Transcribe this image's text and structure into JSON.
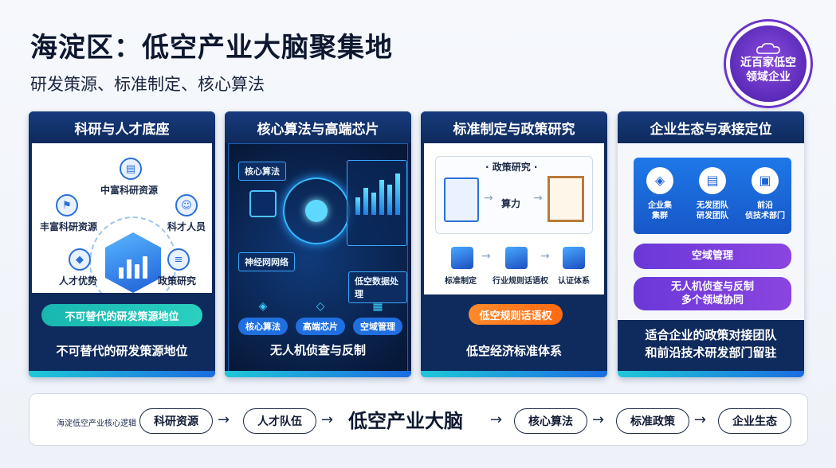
{
  "title": "海淀区：低空产业大脑聚集地",
  "subtitle": "研发策源、标准制定、核心算法",
  "seal": {
    "line1": "近百家低空",
    "line2": "领域企业"
  },
  "card1": {
    "header": "科研与人才底座",
    "nodes": [
      "中富科研资源",
      "丰富科研资源",
      "科才人员",
      "人才优势",
      "政策研究"
    ],
    "pill": "不可替代的研发策源地位",
    "bottom": "不可替代的研发策源地位"
  },
  "card2": {
    "header": "核心算法与高端芯片",
    "tags": [
      "核心算法",
      "神经网网络",
      "低空数据处理"
    ],
    "pills": [
      "核心算法",
      "高端芯片",
      "空域管理"
    ],
    "bottom": "无人机侦查与反制"
  },
  "card3": {
    "header": "标准制定与政策研究",
    "policy_title": "· 政策研究 ·",
    "calc": "算力",
    "steps": [
      "标准制定",
      "行业规则话语权",
      "认证体系"
    ],
    "pill": "低空规则话语权",
    "bottom": "低空经济标准体系"
  },
  "card4": {
    "header": "企业生态与承接定位",
    "eco": [
      [
        "企业集",
        "集群"
      ],
      [
        "无发团队",
        "研发团队"
      ],
      [
        "前沿",
        "侦技术部门"
      ]
    ],
    "purple1": "空域管理",
    "purple2_1": "无人机侦查与反制",
    "purple2_2": "多个领域协同",
    "bottom1": "适合企业的政策对接团队",
    "bottom2": "和前沿技术研发部门留驻"
  },
  "flow": {
    "label": "海淀低空产业核心逻辑",
    "nodes": [
      "科研资源",
      "人才队伍",
      "核心算法",
      "标准政策",
      "企业生态"
    ],
    "center": "低空产业大脑",
    "arrow": "→"
  },
  "icons": {
    "card1_top": "book-icon",
    "card1_left": "flag-icon",
    "card1_right": "people-icon",
    "card1_bottomleft": "shield-icon",
    "card1_bottomright": "document-icon"
  }
}
